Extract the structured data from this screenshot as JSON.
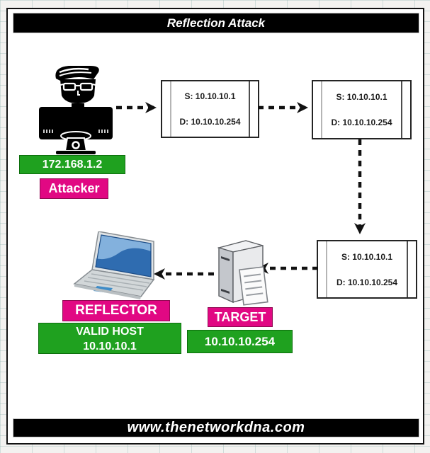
{
  "title": "Reflection Attack",
  "footer": "www.thenetworkdna.com",
  "attacker": {
    "ip": "172.168.1.2",
    "label": "Attacker"
  },
  "packets": [
    {
      "s": "S: 10.10.10.1",
      "d": "D: 10.10.10.254"
    },
    {
      "s": "S: 10.10.10.1",
      "d": "D: 10.10.10.254"
    },
    {
      "s": "S: 10.10.10.1",
      "d": "D: 10.10.10.254"
    }
  ],
  "target": {
    "label": "TARGET",
    "ip": "10.10.10.254"
  },
  "reflector": {
    "label": "REFLECTOR",
    "host_line1": "VALID HOST",
    "host_line2": "10.10.10.1"
  },
  "icons": {
    "attacker": "hacker-at-computer-icon",
    "target": "server-icon",
    "reflector": "laptop-icon"
  },
  "colors": {
    "green": "#1FA11F",
    "pink": "#E10883",
    "bar_black": "#000000",
    "canvas_white": "#FFFFFF",
    "arrow_black": "#111111"
  }
}
